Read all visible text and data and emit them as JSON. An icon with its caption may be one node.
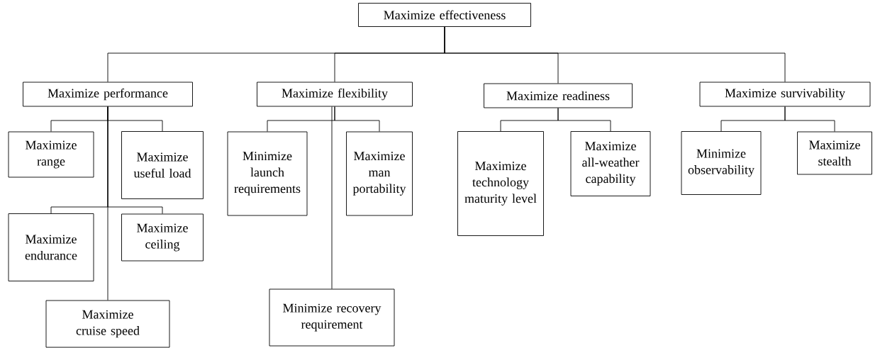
{
  "diagram": {
    "nodes": [
      {
        "text": [
          "Maximize effectiveness"
        ]
      },
      {
        "text": [
          "Maximize performance"
        ]
      },
      {
        "text": [
          "Maximize flexibility"
        ]
      },
      {
        "text": [
          "Maximize readiness"
        ]
      },
      {
        "text": [
          "Maximize survivability"
        ]
      },
      {
        "text": [
          "Maximize range"
        ]
      },
      {
        "text": [
          "Maximize useful load"
        ]
      },
      {
        "text": [
          "Maximize endurance"
        ]
      },
      {
        "text": [
          "Maximize ceiling"
        ]
      },
      {
        "text": [
          "Maximize cruise speed"
        ]
      },
      {
        "text": [
          "Minimize launch requirements"
        ]
      },
      {
        "text": [
          "Maximize man portability"
        ]
      },
      {
        "text": [
          "Minimize recovery requirement"
        ]
      },
      {
        "text": [
          "Maximize technology maturity level"
        ]
      },
      {
        "text": [
          "Maximize all-weather capability"
        ]
      },
      {
        "text": [
          "Minimize observability"
        ]
      },
      {
        "text": [
          "Maximize stealth"
        ]
      }
    ],
    "edges": [
      {
        "from": 0,
        "to": 1,
        "arrow": "none"
      },
      {
        "from": 0,
        "to": 2,
        "arrow": "none"
      },
      {
        "from": 0,
        "to": 3,
        "arrow": "none"
      },
      {
        "from": 0,
        "to": 4,
        "arrow": "none"
      },
      {
        "from": 1,
        "to": 5,
        "arrow": "none"
      },
      {
        "from": 1,
        "to": 6,
        "arrow": "none"
      },
      {
        "from": 1,
        "to": 7,
        "arrow": "none"
      },
      {
        "from": 1,
        "to": 8,
        "arrow": "none"
      },
      {
        "from": 1,
        "to": 9,
        "arrow": "none"
      },
      {
        "from": 2,
        "to": 10,
        "arrow": "none"
      },
      {
        "from": 2,
        "to": 11,
        "arrow": "none"
      },
      {
        "from": 2,
        "to": 12,
        "arrow": "none"
      },
      {
        "from": 3,
        "to": 13,
        "arrow": "none"
      },
      {
        "from": 3,
        "to": 14,
        "arrow": "none"
      },
      {
        "from": 4,
        "to": 15,
        "arrow": "none"
      },
      {
        "from": 4,
        "to": 16,
        "arrow": "none"
      }
    ]
  }
}
